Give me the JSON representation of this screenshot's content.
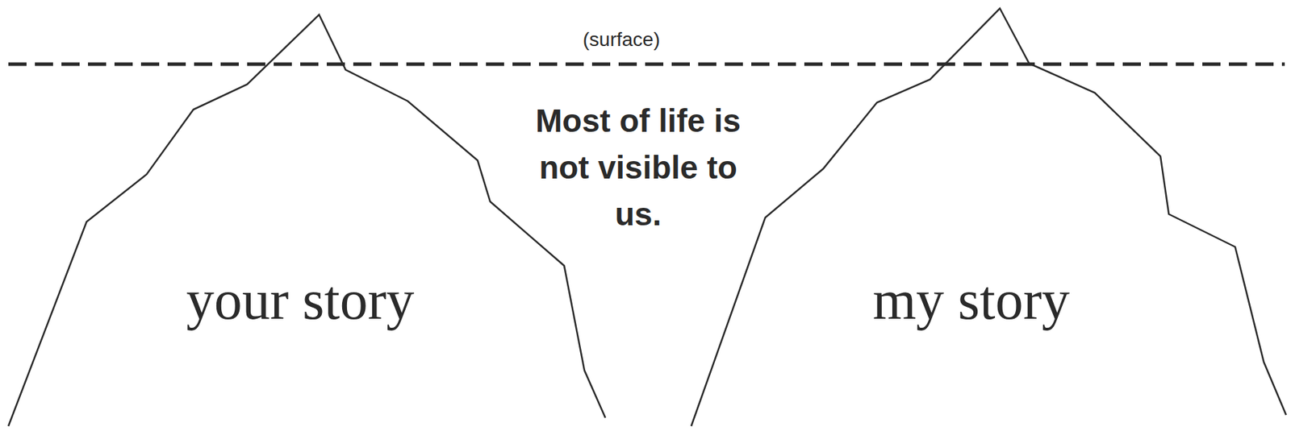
{
  "diagram": {
    "nodes": [
      {
        "text": [
          "your story"
        ]
      },
      {
        "text": [
          "my story"
        ]
      }
    ],
    "labels": [
      "(surface)",
      "Most of life is not visible to us."
    ]
  }
}
